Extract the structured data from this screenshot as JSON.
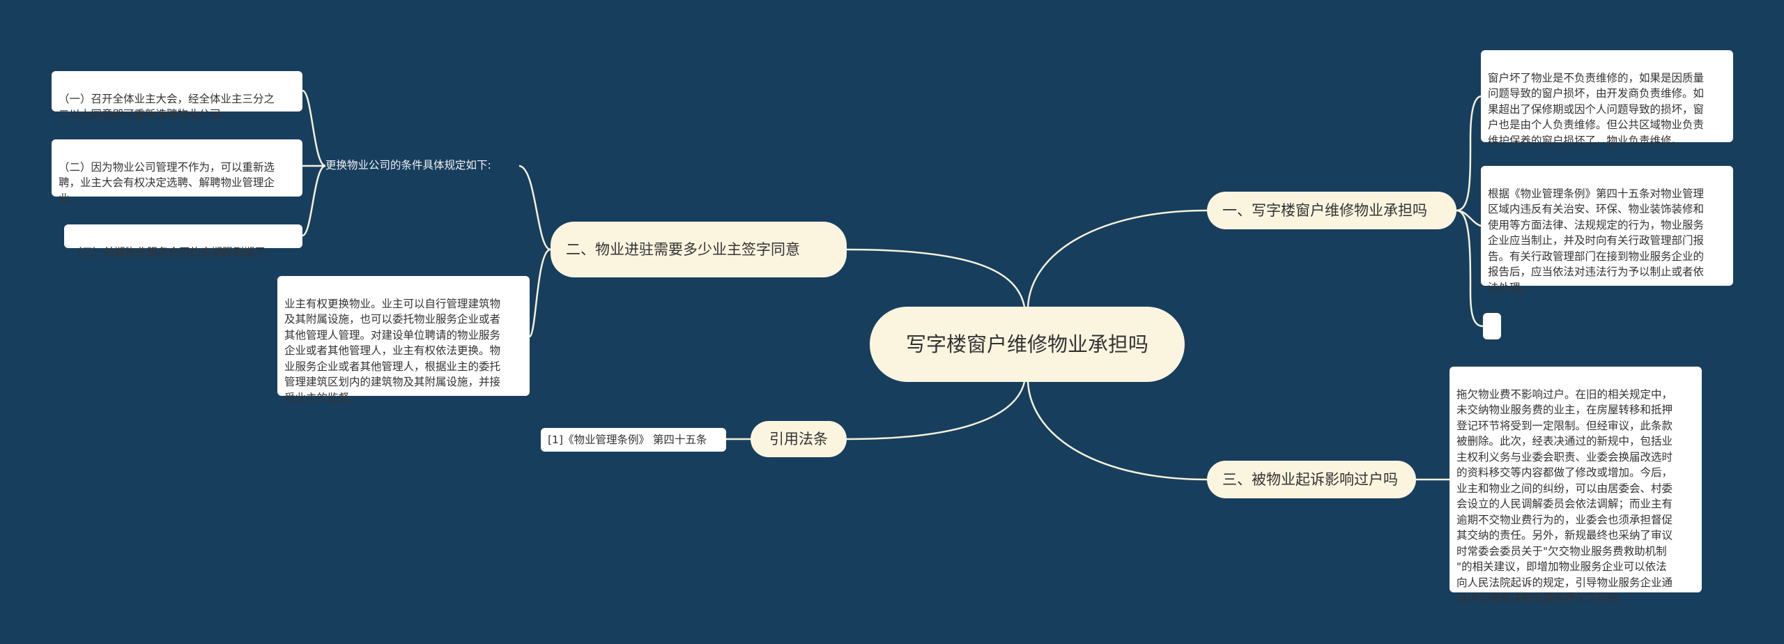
{
  "root": {
    "label": "写字楼窗户维修物业承担吗"
  },
  "branches": {
    "b1": {
      "label": "一、写字楼窗户维修物业承担吗",
      "leaves": [
        "窗户坏了物业是不负责维修的，如果是因质量\n问题导致的窗户损坏，由开发商负责维修。如\n果超出了保修期或因个人问题导致的损坏，窗\n户也是由个人负责维修。但公共区域物业负责\n维护保养的窗户损坏了，物业负责维修。",
        "根据《物业管理条例》第四十五条对物业管理\n区域内违反有关治安、环保、物业装饰装修和\n使用等方面法律、法规规定的行为，物业服务\n企业应当制止，并及时向有关行政管理部门报\n告。有关行政管理部门在接到物业服务企业的\n报告后，应当依法对违法行为予以制止或者依\n法处理。",
        ""
      ]
    },
    "b2": {
      "label": "二、物业进驻需要多少业主签字同意",
      "sub_label": "更换物业公司的条件具体规定如下:",
      "sub_leaves": [
        "（一）召开全体业主大会，经全体业主三分之\n二以上同意即可重新选聘物业公司。",
        "（二）因为物业公司管理不作为，可以重新选\n聘，业主大会有权决定选聘、解聘物业管理企\n业。",
        "（三）前期物业服务合同约定期限到期了。"
      ],
      "leaf": "业主有权更换物业。业主可以自行管理建筑物\n及其附属设施，也可以委托物业服务企业或者\n其他管理人管理。对建设单位聘请的物业服务\n企业或者其他管理人，业主有权依法更换。物\n业服务企业或者其他管理人，根据业主的委托\n管理建筑区划内的建筑物及其附属设施，并接\n受业主的监督。"
    },
    "b3": {
      "label": "三、被物业起诉影响过户吗",
      "leaf": "拖欠物业费不影响过户。在旧的相关规定中，\n未交纳物业服务费的业主，在房屋转移和抵押\n登记环节将受到一定限制。但经审议，此条款\n被删除。此次，经表决通过的新规中，包括业\n主权利义务与业委会职责、业委会换届改选时\n的资料移交等内容都做了修改或增加。今后，\n业主和物业之间的纠纷，可以由居委会、村委\n会设立的人民调解委员会依法调解；而业主有\n逾期不交物业费行为的，业委会也须承担督促\n其交纳的责任。另外，新规最终也采纳了审议\n时常委会委员关于\"欠交物业服务费救助机制\n\"的相关建议，即增加物业服务企业可以依法\n向人民法院起诉的规定，引导物业服务企业通\n过诉讼来解决物业服务费欠交纠纷。"
    },
    "b4": {
      "label": "引用法条",
      "leaf": "[1]《物业管理条例》 第四十五条"
    }
  },
  "colors": {
    "background": "#183e5e",
    "node_fill": "#fbf5e0",
    "leaf_fill": "#ffffff",
    "edge": "#f6f1dc"
  }
}
